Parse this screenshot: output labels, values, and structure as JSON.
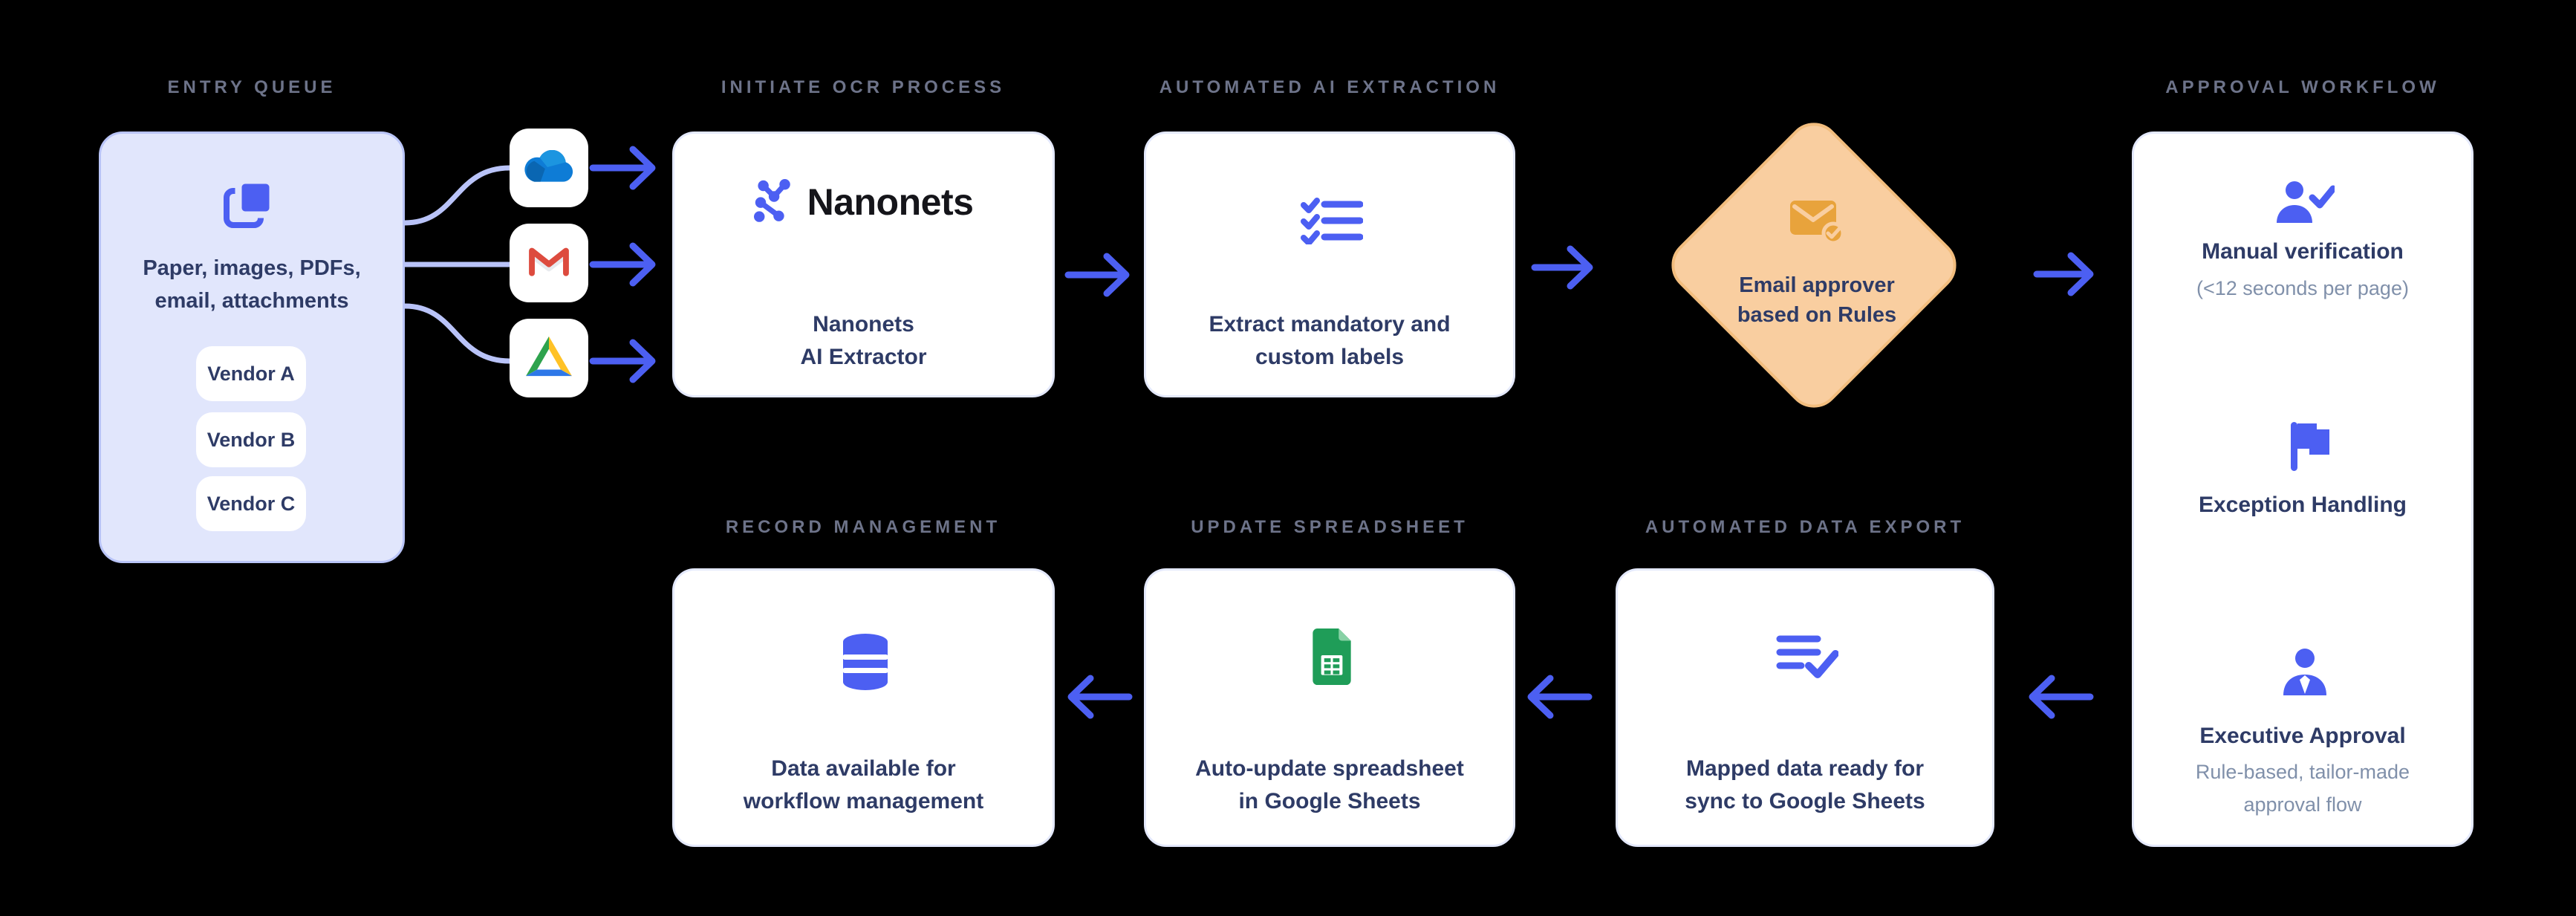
{
  "colors": {
    "background": "#000000",
    "accent_blue": "#4C5FF2",
    "connector_light": "#B9C3F8",
    "arrow_light": "#C9D0FB",
    "navy_text": "#2E3B66",
    "stage_label_gray": "#6D7389",
    "subtext_gray": "#8090AA",
    "entry_fill": "#E1E6FC",
    "entry_border": "#B9C4F7",
    "card_fill": "#FFFFFF",
    "card_border": "#E4E9FC",
    "diamond_fill": "#F9CEA0",
    "diamond_border": "#F2BD7E",
    "diamond_icon_orange": "#E8A33C",
    "sheets_green": "#1F9D58",
    "gmail_red": "#DD4B3E",
    "onedrive_blue": "#0E7CD6",
    "drive_green": "#2EA34E",
    "drive_yellow": "#FFC226",
    "drive_blue": "#2E78E8"
  },
  "icons": {
    "entry": "copy-icon",
    "sources": [
      "onedrive-icon",
      "gmail-icon",
      "google-drive-icon"
    ],
    "extraction": "checklist-icon",
    "decision": "email-check-icon",
    "approval": [
      "person-check-icon",
      "flag-icon",
      "person-tie-icon"
    ],
    "export": "playlist-check-icon",
    "spreadsheet": "google-sheets-icon",
    "records": "database-icon"
  },
  "stages": {
    "entry": {
      "label": "ENTRY QUEUE",
      "line1": "Paper, images, PDFs,",
      "line2": "email, attachments",
      "vendors": [
        "Vendor A",
        "Vendor B",
        "Vendor C"
      ]
    },
    "ocr": {
      "label": "INITIATE OCR PROCESS",
      "brand": "Nanonets",
      "caption1": "Nanonets",
      "caption2": "AI Extractor"
    },
    "extraction": {
      "label": "AUTOMATED AI EXTRACTION",
      "line1": "Extract mandatory and",
      "line2": "custom labels"
    },
    "decision": {
      "line1": "Email approver",
      "line2": "based on Rules"
    },
    "approval": {
      "label": "APPROVAL WORKFLOW",
      "step1_title": "Manual verification",
      "step1_sub": "(<12 seconds per page)",
      "step2_title": "Exception Handling",
      "step3_title": "Executive Approval",
      "step3_sub1": "Rule-based, tailor-made",
      "step3_sub2": "approval flow"
    },
    "export": {
      "label": "AUTOMATED DATA EXPORT",
      "line1": "Mapped data ready for",
      "line2": "sync to Google Sheets"
    },
    "spreadsheet": {
      "label": "UPDATE SPREADSHEET",
      "line1": "Auto-update spreadsheet",
      "line2": "in Google Sheets"
    },
    "records": {
      "label": "RECORD MANAGEMENT",
      "line1": "Data available for",
      "line2": "workflow management"
    }
  }
}
